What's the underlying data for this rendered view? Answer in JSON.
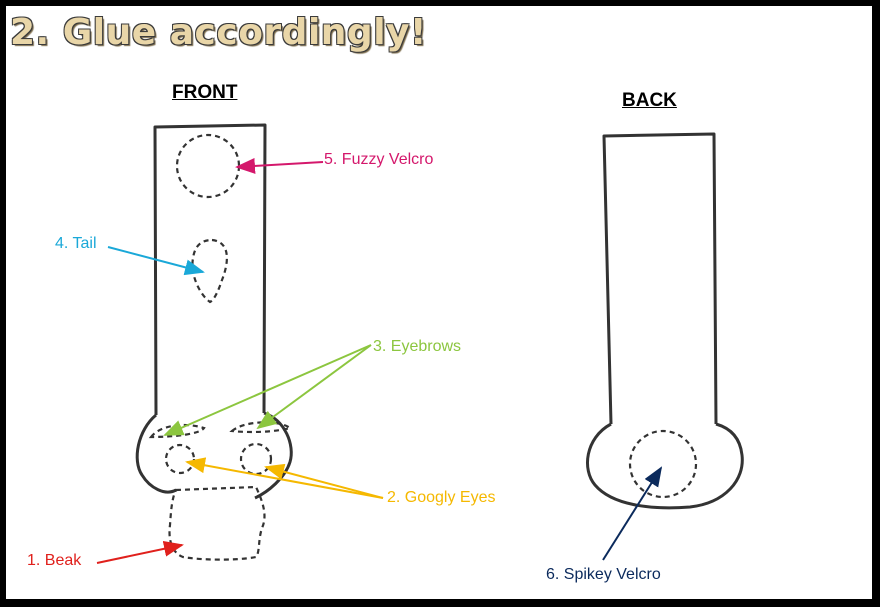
{
  "title": "2. Glue accordingly!",
  "headings": {
    "front": "FRONT",
    "back": "BACK"
  },
  "labels": {
    "fuzzy_velcro": "5. Fuzzy Velcro",
    "tail": "4. Tail",
    "eyebrows": "3. Eyebrows",
    "googly_eyes": "2. Googly Eyes",
    "beak": "1. Beak",
    "spikey_velcro": "6. Spikey Velcro"
  },
  "colors": {
    "fuzzy_velcro": "#d4186c",
    "tail": "#1aa8d8",
    "eyebrows": "#8cc63f",
    "googly_eyes": "#f5b800",
    "beak": "#e0201c",
    "spikey_velcro": "#0b2a5c"
  }
}
